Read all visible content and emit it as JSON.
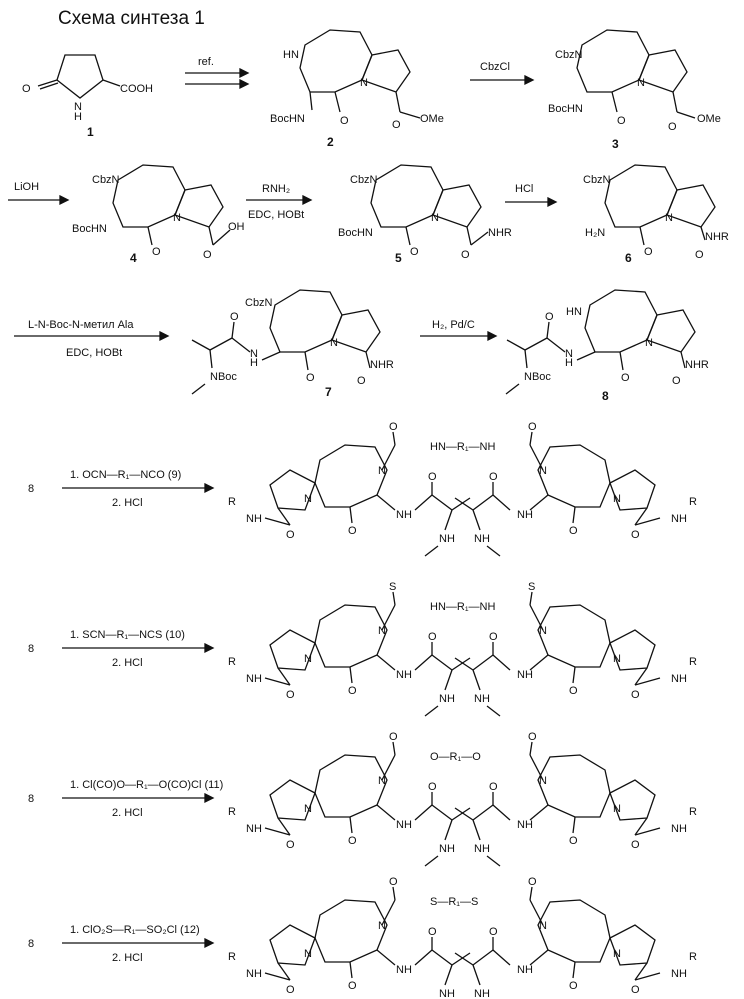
{
  "title": "Схема синтеза 1",
  "compounds": [
    {
      "id": "1",
      "text": "COOH"
    },
    {
      "id": "2",
      "text": "BocHN",
      "text2": "OMe"
    },
    {
      "id": "3",
      "text": "CbzN",
      "text2": "BocHN",
      "text3": "OMe"
    },
    {
      "id": "4",
      "text": "CbzN",
      "text2": "BocHN",
      "text3": "OH"
    },
    {
      "id": "5",
      "text": "CbzN",
      "text2": "BocHN",
      "text3": "NHR"
    },
    {
      "id": "6",
      "text": "CbzN",
      "text2": "H₂N",
      "text3": "NHR"
    },
    {
      "id": "7",
      "text": "CbzN",
      "text2": "NBoc",
      "text3": "NHR"
    },
    {
      "id": "8",
      "text": "HN",
      "text2": "NBoc",
      "text3": "NHR"
    }
  ],
  "arrows": [
    {
      "label": "ref."
    },
    {
      "label": "CbzCl"
    },
    {
      "label": "LiOH"
    },
    {
      "label": "RNH₂",
      "label2": "EDC, HOBt"
    },
    {
      "label": "HCl"
    },
    {
      "label": "L-N-Boc-N-метил Ala",
      "label2": "EDC, HOBt"
    },
    {
      "label": "H₂, Pd/C"
    }
  ],
  "dimers": [
    {
      "start": "8",
      "reagent1": "1.  OCN—R₁—NCO  (9)",
      "reagent2": "2. HCl",
      "linker": "HN—R₁—NH",
      "hetero": "O"
    },
    {
      "start": "8",
      "reagent1": "1.  SCN—R₁—NCS  (10)",
      "reagent2": "2. HCl",
      "linker": "HN—R₁—NH",
      "hetero": "S"
    },
    {
      "start": "8",
      "reagent1": "1. Cl(CO)O—R₁—O(CO)Cl  (11)",
      "reagent2": "2. HCl",
      "linker": "O—R₁—O",
      "hetero": "O"
    },
    {
      "start": "8",
      "reagent1": "1.  ClO₂S—R₁—SO₂Cl  (12)",
      "reagent2": "2. HCl",
      "linker": "S—R₁—S",
      "hetero": "O"
    }
  ],
  "common_labels": {
    "R": "R",
    "NH": "NH",
    "O": "O",
    "N": "N",
    "H": "H"
  }
}
